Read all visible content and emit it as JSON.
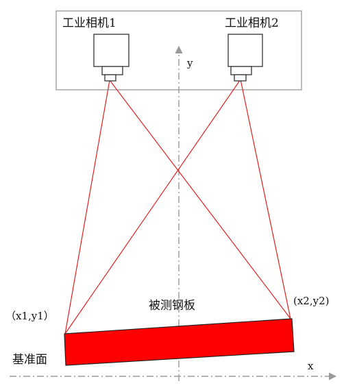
{
  "labels": {
    "camera1": "工业相机1",
    "camera2": "工业相机2",
    "axis_x": "x",
    "axis_y": "y",
    "point1": "（x1,y1）",
    "point2": "(x2,y2)",
    "plate": "被测钢板",
    "reference": "基准面"
  },
  "colors": {
    "frame": "#999999",
    "camera_outline": "#222222",
    "ray": "#e02020",
    "plate_fill": "#ff0000",
    "plate_stroke": "#222222",
    "axis": "#999999"
  },
  "icons": {
    "camera1": "camera-icon",
    "camera2": "camera-icon"
  }
}
